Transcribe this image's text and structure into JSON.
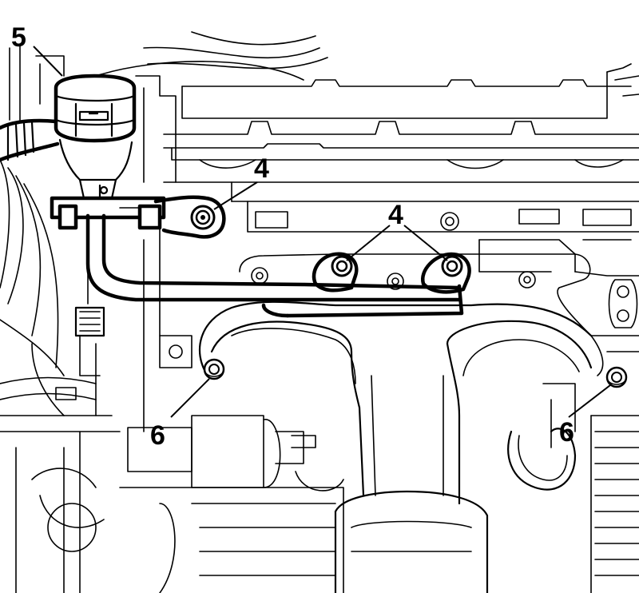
{
  "diagram": {
    "callouts": [
      {
        "id": "callout-5",
        "label": "5"
      },
      {
        "id": "callout-4-top",
        "label": "4"
      },
      {
        "id": "callout-4-flange",
        "label": "4"
      },
      {
        "id": "callout-6-left",
        "label": "6"
      },
      {
        "id": "callout-6-right",
        "label": "6"
      }
    ]
  }
}
